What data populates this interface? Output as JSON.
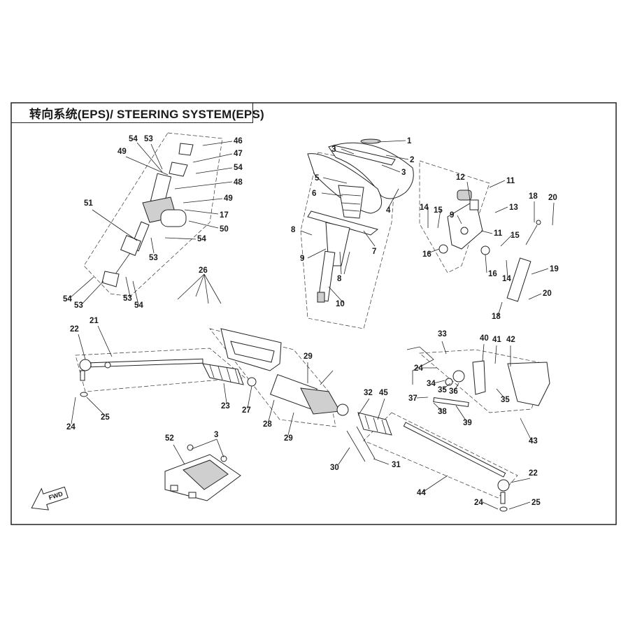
{
  "header": {
    "title": "转向系统(EPS)/ STEERING SYSTEM(EPS)"
  },
  "fwd_arrow": {
    "label": "FWD"
  },
  "callouts": [
    {
      "id": "c1",
      "text": "1"
    },
    {
      "id": "c2",
      "text": "2"
    },
    {
      "id": "c3a",
      "text": "3"
    },
    {
      "id": "c3b",
      "text": "3"
    },
    {
      "id": "c4",
      "text": "4"
    },
    {
      "id": "c5",
      "text": "5"
    },
    {
      "id": "c6",
      "text": "6"
    },
    {
      "id": "c7",
      "text": "7"
    },
    {
      "id": "c8a",
      "text": "8"
    },
    {
      "id": "c8b",
      "text": "8"
    },
    {
      "id": "c9a",
      "text": "9"
    },
    {
      "id": "c10",
      "text": "10"
    },
    {
      "id": "c11a",
      "text": "11"
    },
    {
      "id": "c12",
      "text": "12"
    },
    {
      "id": "c13",
      "text": "13"
    },
    {
      "id": "c14a",
      "text": "14"
    },
    {
      "id": "c15a",
      "text": "15"
    },
    {
      "id": "c9b",
      "text": "9"
    },
    {
      "id": "c11b",
      "text": "11"
    },
    {
      "id": "c15b",
      "text": "15"
    },
    {
      "id": "c16a",
      "text": "16"
    },
    {
      "id": "c16b",
      "text": "16"
    },
    {
      "id": "c14b",
      "text": "14"
    },
    {
      "id": "c18a",
      "text": "18"
    },
    {
      "id": "c20a",
      "text": "20"
    },
    {
      "id": "c19",
      "text": "19"
    },
    {
      "id": "c20b",
      "text": "20"
    },
    {
      "id": "c18b",
      "text": "18"
    },
    {
      "id": "c54a",
      "text": "54"
    },
    {
      "id": "c53a",
      "text": "53"
    },
    {
      "id": "c46",
      "text": "46"
    },
    {
      "id": "c49a",
      "text": "49"
    },
    {
      "id": "c47",
      "text": "47"
    },
    {
      "id": "c54b",
      "text": "54"
    },
    {
      "id": "c48",
      "text": "48"
    },
    {
      "id": "c49b",
      "text": "49"
    },
    {
      "id": "c51",
      "text": "51"
    },
    {
      "id": "c17",
      "text": "17"
    },
    {
      "id": "c50",
      "text": "50"
    },
    {
      "id": "c54c",
      "text": "54"
    },
    {
      "id": "c53b",
      "text": "53"
    },
    {
      "id": "c54d",
      "text": "54"
    },
    {
      "id": "c53c",
      "text": "53"
    },
    {
      "id": "c53d",
      "text": "53"
    },
    {
      "id": "c54e",
      "text": "54"
    },
    {
      "id": "c26",
      "text": "26"
    },
    {
      "id": "c22a",
      "text": "22"
    },
    {
      "id": "c21",
      "text": "21"
    },
    {
      "id": "c29a",
      "text": "29"
    },
    {
      "id": "c23",
      "text": "23"
    },
    {
      "id": "c27",
      "text": "27"
    },
    {
      "id": "c28",
      "text": "28"
    },
    {
      "id": "c29b",
      "text": "29"
    },
    {
      "id": "c24a",
      "text": "24"
    },
    {
      "id": "c25a",
      "text": "25"
    },
    {
      "id": "c32",
      "text": "32"
    },
    {
      "id": "c45",
      "text": "45"
    },
    {
      "id": "c30",
      "text": "30"
    },
    {
      "id": "c31",
      "text": "31"
    },
    {
      "id": "c33",
      "text": "33"
    },
    {
      "id": "c40",
      "text": "40"
    },
    {
      "id": "c41",
      "text": "41"
    },
    {
      "id": "c42",
      "text": "42"
    },
    {
      "id": "c24b",
      "text": "24"
    },
    {
      "id": "c34",
      "text": "34"
    },
    {
      "id": "c35a",
      "text": "35"
    },
    {
      "id": "c36",
      "text": "36"
    },
    {
      "id": "c35b",
      "text": "35"
    },
    {
      "id": "c37",
      "text": "37"
    },
    {
      "id": "c38",
      "text": "38"
    },
    {
      "id": "c39",
      "text": "39"
    },
    {
      "id": "c43",
      "text": "43"
    },
    {
      "id": "c52",
      "text": "52"
    },
    {
      "id": "c3c",
      "text": "3"
    },
    {
      "id": "c44",
      "text": "44"
    },
    {
      "id": "c22b",
      "text": "22"
    },
    {
      "id": "c24c",
      "text": "24"
    },
    {
      "id": "c25b",
      "text": "25"
    }
  ]
}
